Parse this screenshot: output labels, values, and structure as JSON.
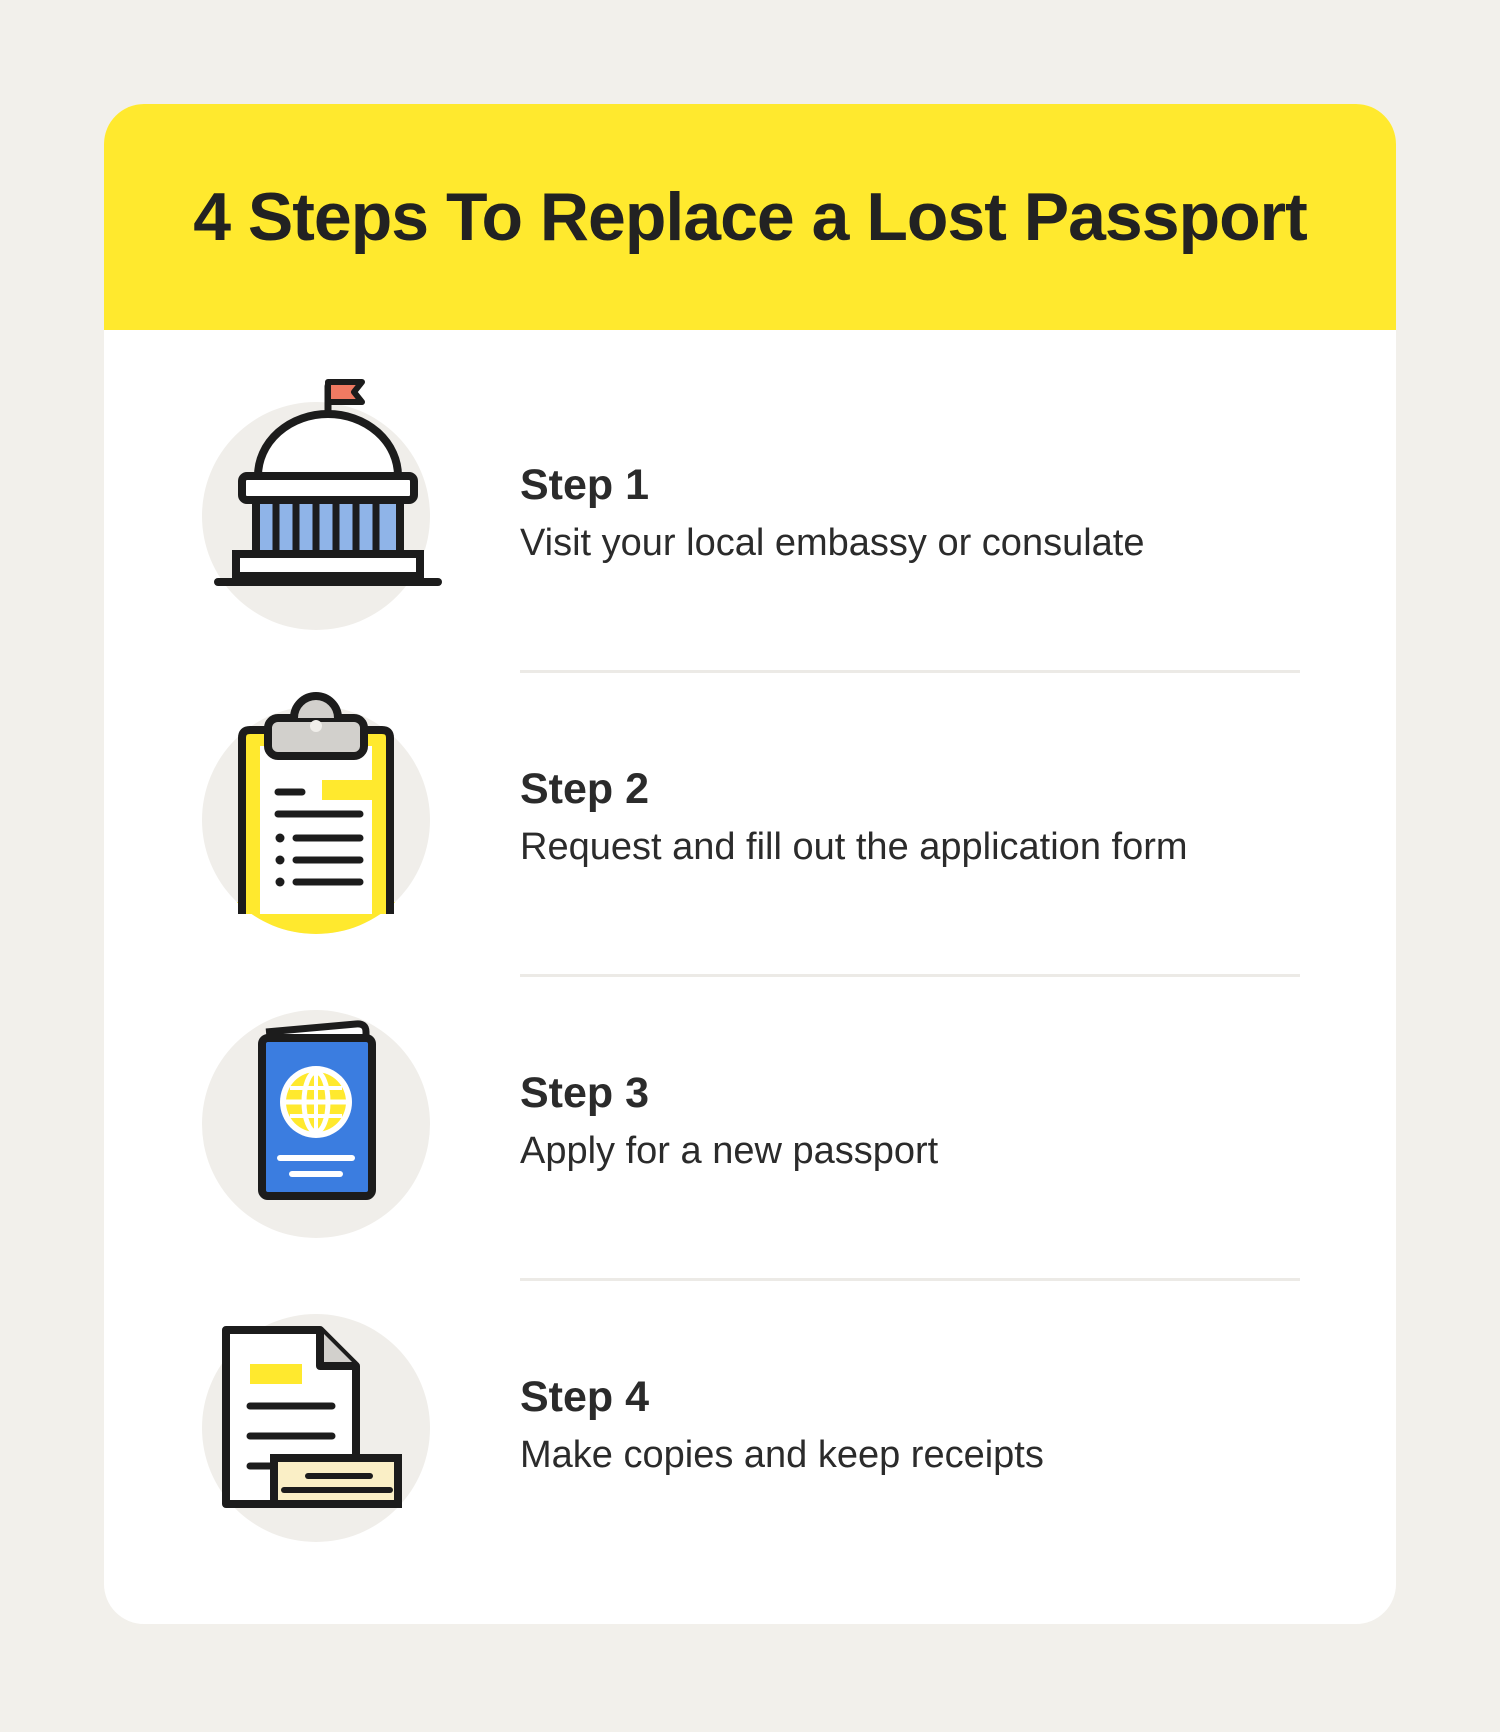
{
  "title": "4 Steps To Replace a Lost Passport",
  "colors": {
    "page_background": "#f2f0eb",
    "header_yellow": "#ffe92e",
    "passport_blue": "#3b7de0",
    "flag_red": "#f07a62",
    "column_blue": "#8fb4e8"
  },
  "steps": [
    {
      "label": "Step 1",
      "description": "Visit your local embassy or consulate",
      "icon": "embassy-building-icon"
    },
    {
      "label": "Step 2",
      "description": "Request and fill out the application form",
      "icon": "clipboard-form-icon"
    },
    {
      "label": "Step 3",
      "description": "Apply for a new passport",
      "icon": "passport-icon"
    },
    {
      "label": "Step 4",
      "description": "Make copies and keep receipts",
      "icon": "document-receipt-icon"
    }
  ]
}
